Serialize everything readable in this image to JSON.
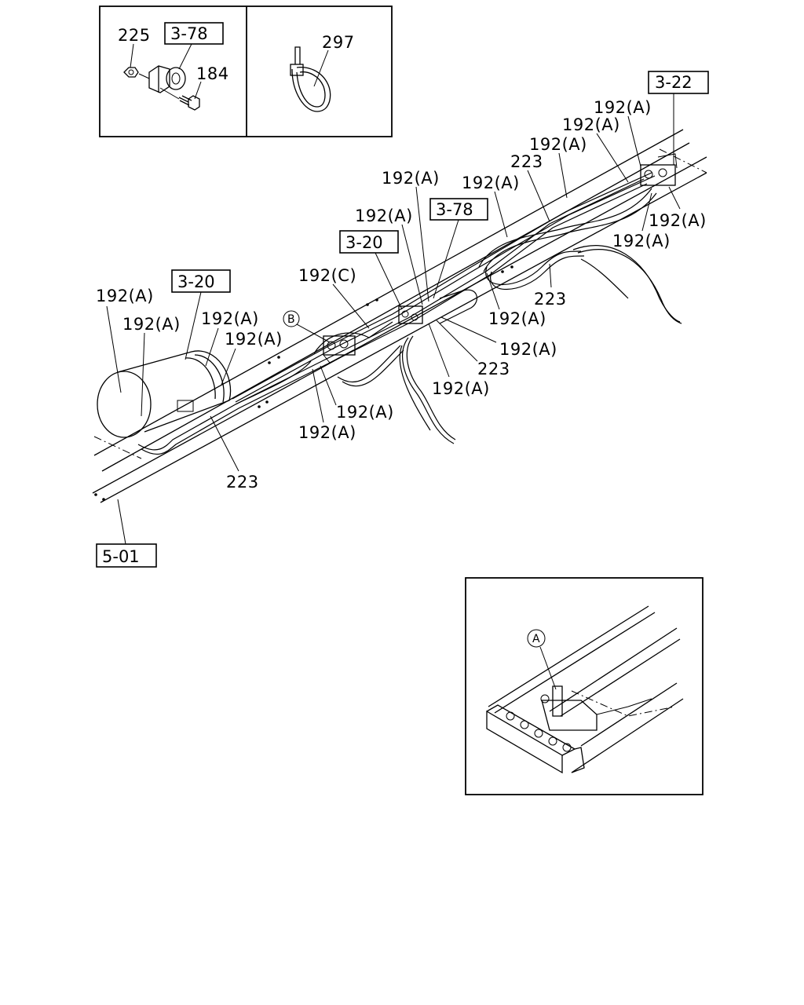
{
  "labels": {
    "p225": "225",
    "p184": "184",
    "p297": "297",
    "p223": "223",
    "p192a": "192(A)",
    "p192c": "192(C)"
  },
  "refs": {
    "r378": "3-78",
    "r322": "3-22",
    "r320": "3-20",
    "r501": "5-01"
  },
  "markers": {
    "a": "A",
    "b": "B"
  }
}
